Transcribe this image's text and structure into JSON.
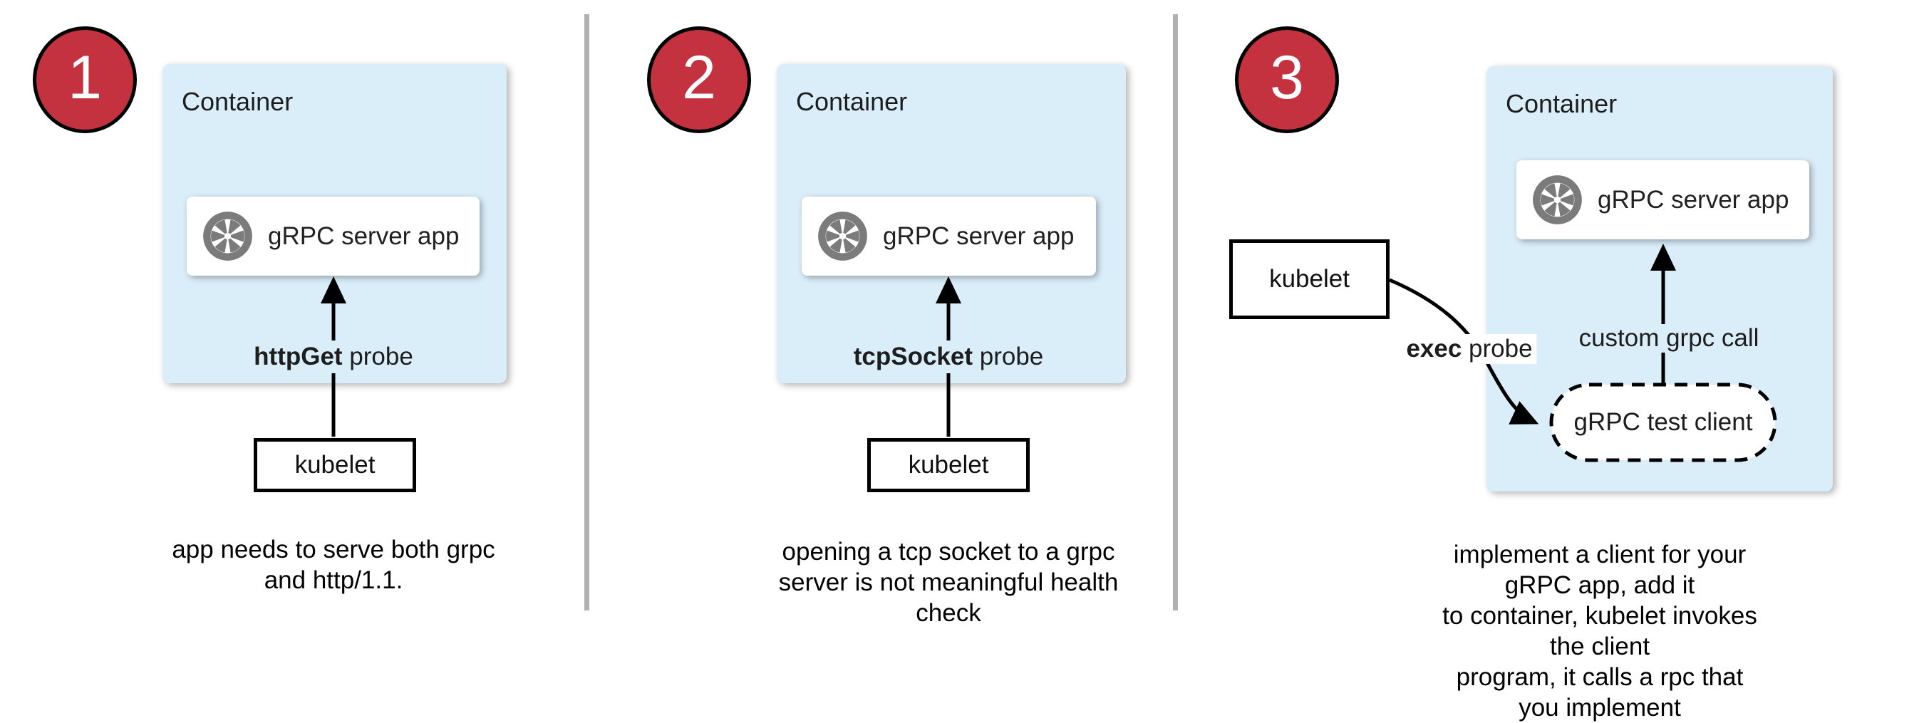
{
  "colors": {
    "badge_red": "#c43240",
    "container_blue": "#daeefa",
    "icon_gray": "#7b7b7b",
    "divider_gray": "#b0b0b0",
    "arrow_black": "#000000"
  },
  "panels": [
    {
      "badge": "1",
      "container_label": "Container",
      "app_icon": "aperture-icon",
      "app_label": "gRPC server app",
      "probe_bold": "httpGet",
      "probe_rest": " probe",
      "kubelet_label": "kubelet",
      "caption_lines": [
        "app needs to serve both grpc",
        "and http/1.1."
      ]
    },
    {
      "badge": "2",
      "container_label": "Container",
      "app_icon": "aperture-icon",
      "app_label": "gRPC server app",
      "probe_bold": "tcpSocket",
      "probe_rest": " probe",
      "kubelet_label": "kubelet",
      "caption_lines": [
        "opening a tcp socket to a grpc",
        "server is not meaningful health",
        "check"
      ]
    },
    {
      "badge": "3",
      "container_label": "Container",
      "app_icon": "aperture-icon",
      "app_label": "gRPC server app",
      "probe_bold": "exec",
      "probe_rest": " probe",
      "kubelet_label": "kubelet",
      "custom_call_label": "custom grpc call",
      "test_client_label": "gRPC test client",
      "caption_lines": [
        "implement a client for your gRPC app, add it",
        "to container, kubelet invokes the client",
        "program, it calls a rpc that you implement"
      ]
    }
  ]
}
